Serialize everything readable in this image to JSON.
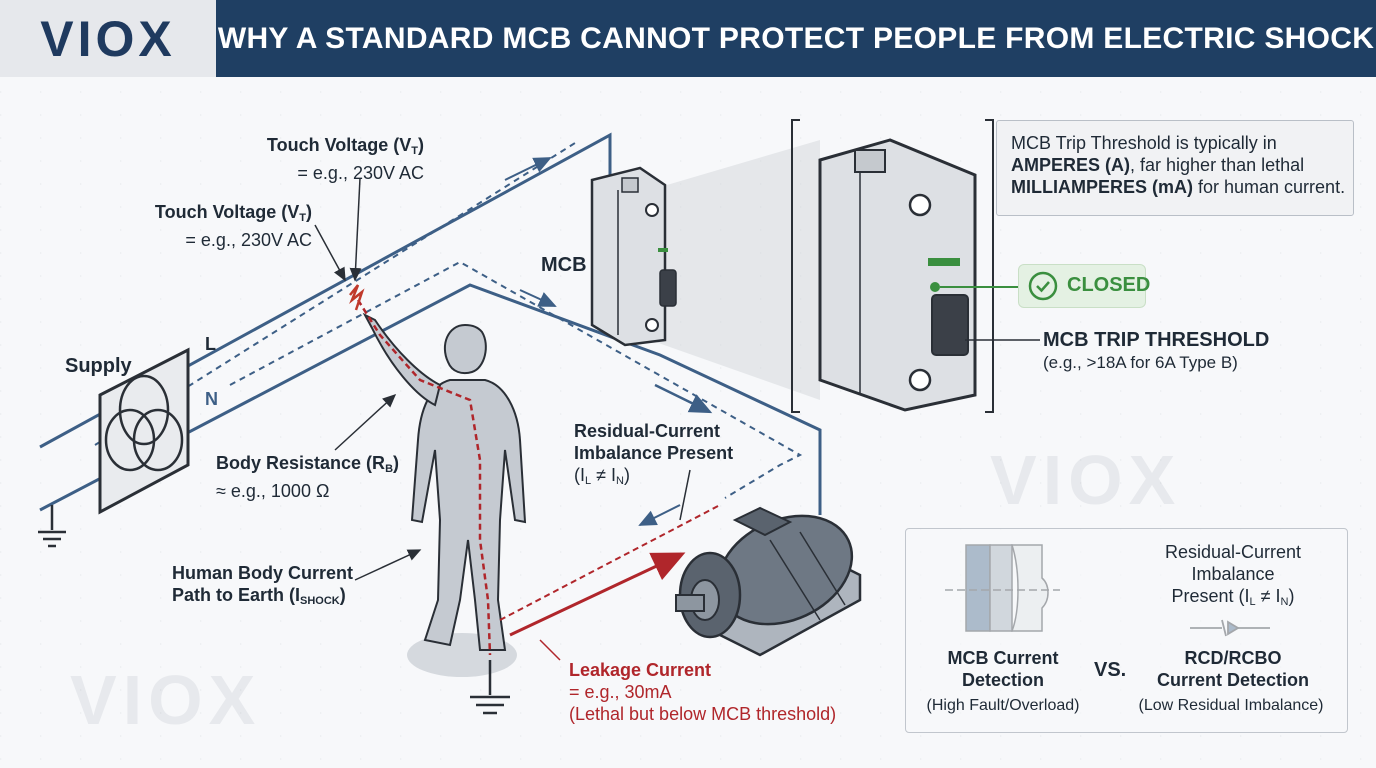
{
  "header": {
    "logo": "VIOX",
    "title": "WHY A STANDARD MCB CANNOT PROTECT PEOPLE FROM ELECTRIC SHOCK"
  },
  "labels": {
    "touch_voltage_1": {
      "title": "Touch Voltage (V",
      "sub": "T",
      "close": ")",
      "value": "= e.g., 230V AC"
    },
    "touch_voltage_2": {
      "title": "Touch Voltage (V",
      "sub": "T",
      "close": ")",
      "value": "= e.g., 230V AC"
    },
    "supply": "Supply",
    "line": "L",
    "neutral": "N",
    "mcb": "MCB",
    "body_resistance": {
      "title": "Body Resistance (R",
      "sub": "B",
      "close": ")",
      "value": "≈ e.g., 1000 Ω"
    },
    "human_path": {
      "line1": "Human Body Current",
      "line2": "Path to Earth (I",
      "sub": "SHOCK",
      "close": ")"
    },
    "residual": {
      "line1": "Residual-Current",
      "line2": "Imbalance Present",
      "line3_a": "(I",
      "sub_l": "L",
      "mid": " ≠ I",
      "sub_n": "N",
      "close": ")"
    },
    "leakage": {
      "title": "Leakage Current",
      "value": "= e.g., 30mA",
      "note": "(Lethal but below MCB threshold)"
    }
  },
  "info_box": {
    "line1": "MCB Trip Threshold is typically in",
    "line2_bold": "AMPERES (A)",
    "line2_rest": ", far higher than lethal",
    "line3_bold": "MILLIAMPERES (mA)",
    "line3_rest": " for human current."
  },
  "closed_badge": "CLOSED",
  "trip_threshold": {
    "title": "MCB TRIP THRESHOLD",
    "value": "(e.g., >18A for 6A Type B)"
  },
  "compare": {
    "left_title1": "MCB Current",
    "left_title2": "Detection",
    "left_sub": "(High Fault/Overload)",
    "vs": "VS.",
    "right_head1": "Residual-Current",
    "right_head2": "Imbalance",
    "right_head3_a": "Present (I",
    "right_sub_l": "L",
    "right_mid": " ≠ I",
    "right_sub_n": "N",
    "right_close": ")",
    "right_title1": "RCD/RCBO",
    "right_title2": "Current Detection",
    "right_sub": "(Low Residual Imbalance)"
  },
  "watermarks": {
    "mid": "VIOX",
    "bottom": "VIOX"
  },
  "colors": {
    "navy": "#1f3f63",
    "danger_red": "#b0262b",
    "ok_green": "#3a8f3f",
    "wire_blue": "#3d5f86"
  }
}
